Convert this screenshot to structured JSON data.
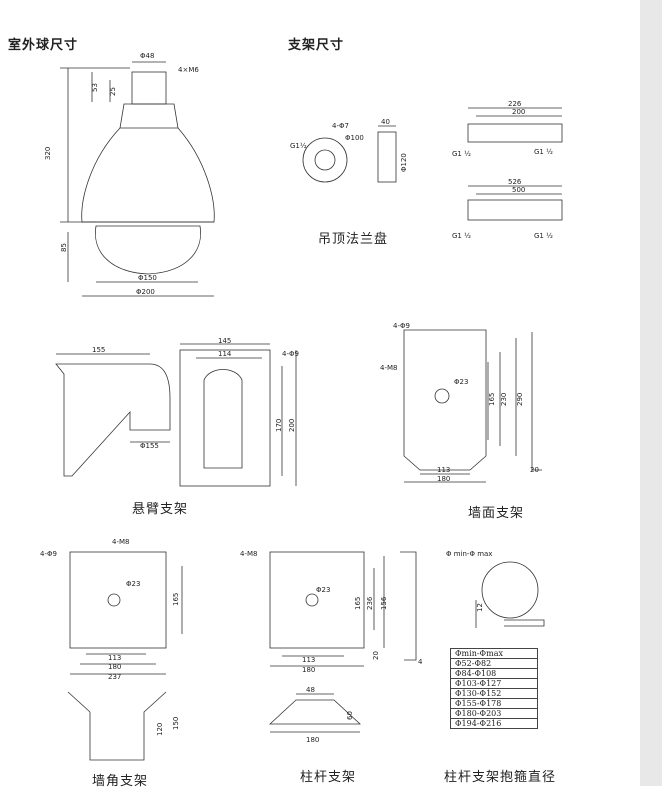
{
  "titles": {
    "outdoor": "室外球尺寸",
    "bracket": "支架尺寸"
  },
  "captions": {
    "ceiling_flange": "吊顶法兰盘",
    "arm": "悬臂支架",
    "wall": "墙面支架",
    "corner": "墙角支架",
    "pole": "柱杆支架",
    "pole_clamp": "柱杆支架抱箍直径"
  },
  "dome": {
    "d48": "Φ48",
    "m6": "4×M6",
    "h53": "53",
    "h25": "25",
    "h320": "320",
    "h85": "85",
    "d150": "Φ150",
    "d200": "Φ200"
  },
  "flange": {
    "phi7": "4-Φ7",
    "phi100": "Φ100",
    "g1": "G1½",
    "w40": "40",
    "phi120": "Φ120"
  },
  "ceilbar": {
    "l226": "226",
    "l200": "200",
    "l526": "526",
    "l500": "500",
    "g1": "G1 ½"
  },
  "arm": {
    "w155": "155",
    "w145": "145",
    "w114": "114",
    "phi9": "4-Φ9",
    "d155": "Φ155",
    "h170": "170",
    "h200": "200"
  },
  "wall": {
    "phi9": "4-Φ9",
    "m8": "4-M8",
    "phi23": "Φ23",
    "h165": "165",
    "h230": "230",
    "h290": "290",
    "w113": "113",
    "w180": "180",
    "t20": "20"
  },
  "corner": {
    "phi9": "4-Φ9",
    "m8": "4-M8",
    "phi23": "Φ23",
    "h165": "165",
    "w113": "113",
    "w180": "180",
    "w237": "237",
    "h120": "120",
    "h150": "150"
  },
  "pole": {
    "m8": "4-M8",
    "phi23": "Φ23",
    "h165": "165",
    "h236": "236",
    "h156": "156",
    "w113": "113",
    "w180": "180",
    "t20": "20",
    "t4": "4",
    "w48": "48",
    "h60": "60",
    "b180": "180"
  },
  "clamp": {
    "label": "Φ min-Φ max",
    "h12": "12"
  },
  "clamp_table": [
    "Φmin-Φmax",
    "Φ52-Φ82",
    "Φ84-Φ108",
    "Φ103-Φ127",
    "Φ130-Φ152",
    "Φ155-Φ178",
    "Φ180-Φ203",
    "Φ194-Φ216"
  ]
}
